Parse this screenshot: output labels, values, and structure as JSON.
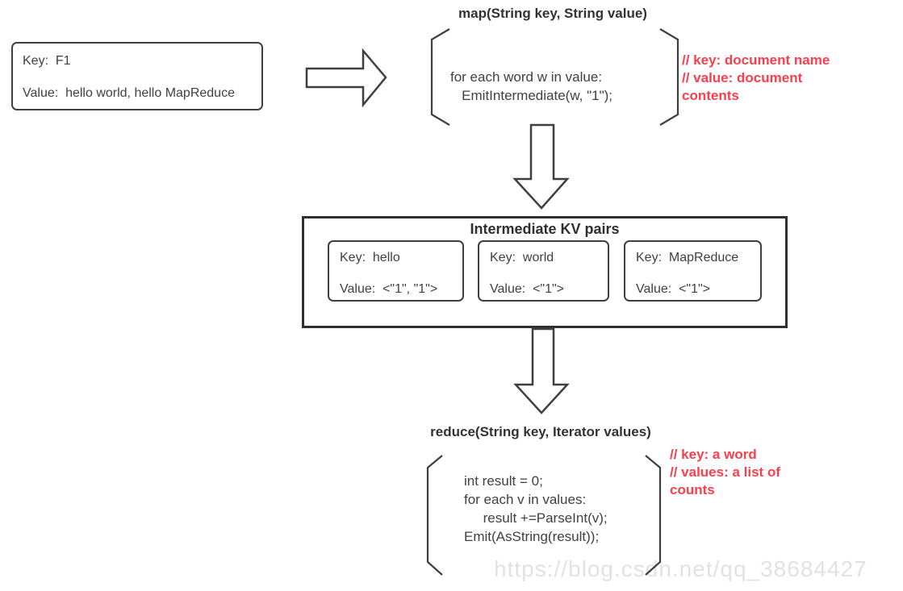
{
  "input_box": {
    "key_line": "Key:  F1",
    "value_line": "Value:  hello world, hello MapReduce"
  },
  "map_stage": {
    "title": "map(String key, String value)",
    "code": "for each word w in value:\n   EmitIntermediate(w, \"1\");",
    "comment": "// key: document name\n// value: document\ncontents"
  },
  "intermediate": {
    "title": "Intermediate KV pairs",
    "pairs": [
      {
        "key_line": "Key:  hello",
        "value_line": "Value:  <\"1\", \"1\">"
      },
      {
        "key_line": "Key:  world",
        "value_line": "Value:  <\"1\">"
      },
      {
        "key_line": "Key:  MapReduce",
        "value_line": "Value:  <\"1\">"
      }
    ]
  },
  "reduce_stage": {
    "title": "reduce(String key, Iterator values)",
    "code": "int result = 0;\nfor each v in values:\n     result +=ParseInt(v);\nEmit(AsString(result));",
    "comment": "// key: a word\n// values: a list of\ncounts"
  },
  "watermark": "https://blog.csdn.net/qq_38684427",
  "colors": {
    "stroke": "#3f3f3f",
    "outer_box_stroke": "#2f2f2f",
    "text": "#404040",
    "comment_red": "#fa3e4c",
    "watermark_gray": "#e2e2e2",
    "background": "#ffffff"
  }
}
